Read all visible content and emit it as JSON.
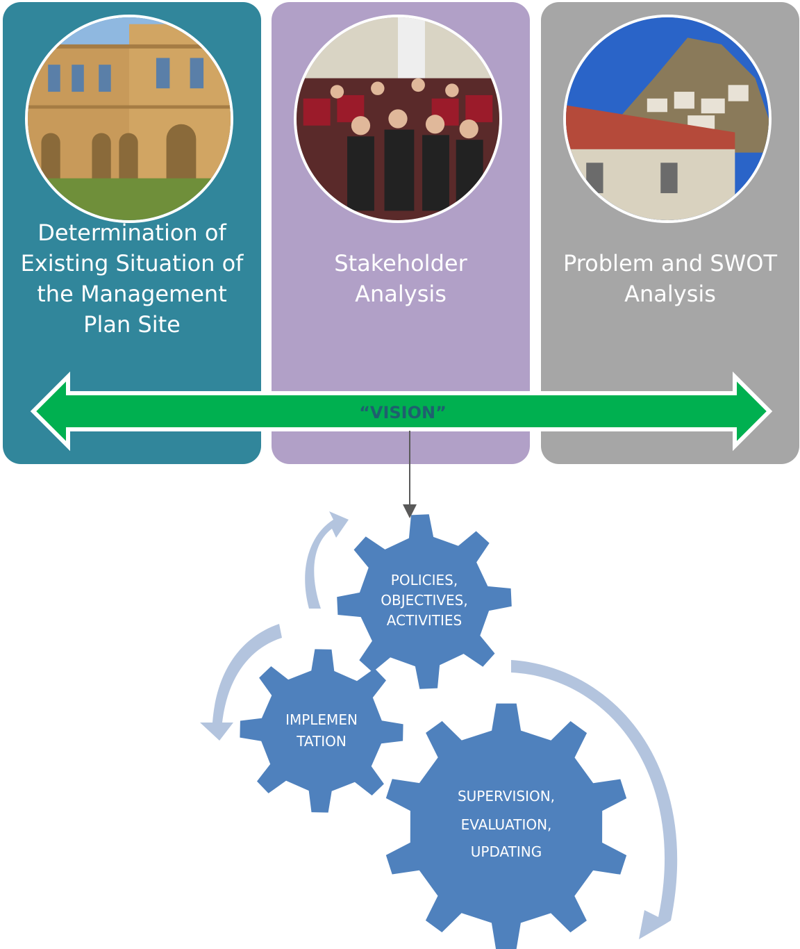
{
  "panels": [
    {
      "title_lines": [
        "Determination of",
        "Existing Situation of",
        "the Management",
        "Plan Site"
      ],
      "color": "#31869b",
      "photo": "historic-stone-building"
    },
    {
      "title_lines": [
        "Stakeholder",
        "Analysis"
      ],
      "color": "#b1a0c7",
      "photo": "stakeholder-meeting-audience"
    },
    {
      "title_lines": [
        "Problem and SWOT",
        "Analysis"
      ],
      "color": "#a6a6a6",
      "photo": "hillside-town-castle"
    }
  ],
  "vision": {
    "label": "“VISION”",
    "color": "#00b050",
    "text_color": "#1f5f6f"
  },
  "gears": {
    "policies": [
      "POLICIES,",
      "OBJECTIVES,",
      "ACTIVITIES"
    ],
    "implementation": [
      "IMPLEMEN",
      "TATION"
    ],
    "supervision": [
      "SUPERVISION,",
      "EVALUATION,",
      "UPDATING"
    ],
    "color": "#4f81bd",
    "cycle_arrow_color": "#b3c4de"
  }
}
